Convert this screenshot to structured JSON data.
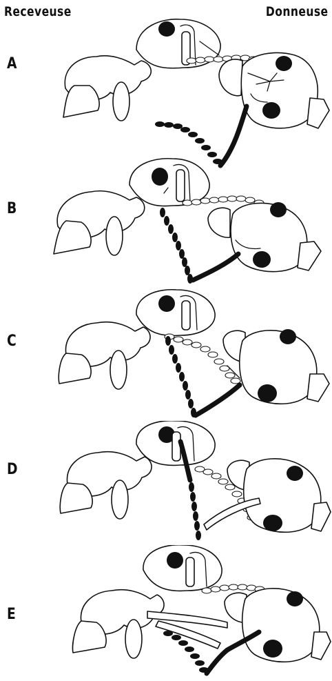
{
  "headers": {
    "left": "Receveuse",
    "right": "Donneuse"
  },
  "panels": [
    {
      "label": "A"
    },
    {
      "label": "B"
    },
    {
      "label": "C"
    },
    {
      "label": "D"
    },
    {
      "label": "E"
    }
  ]
}
